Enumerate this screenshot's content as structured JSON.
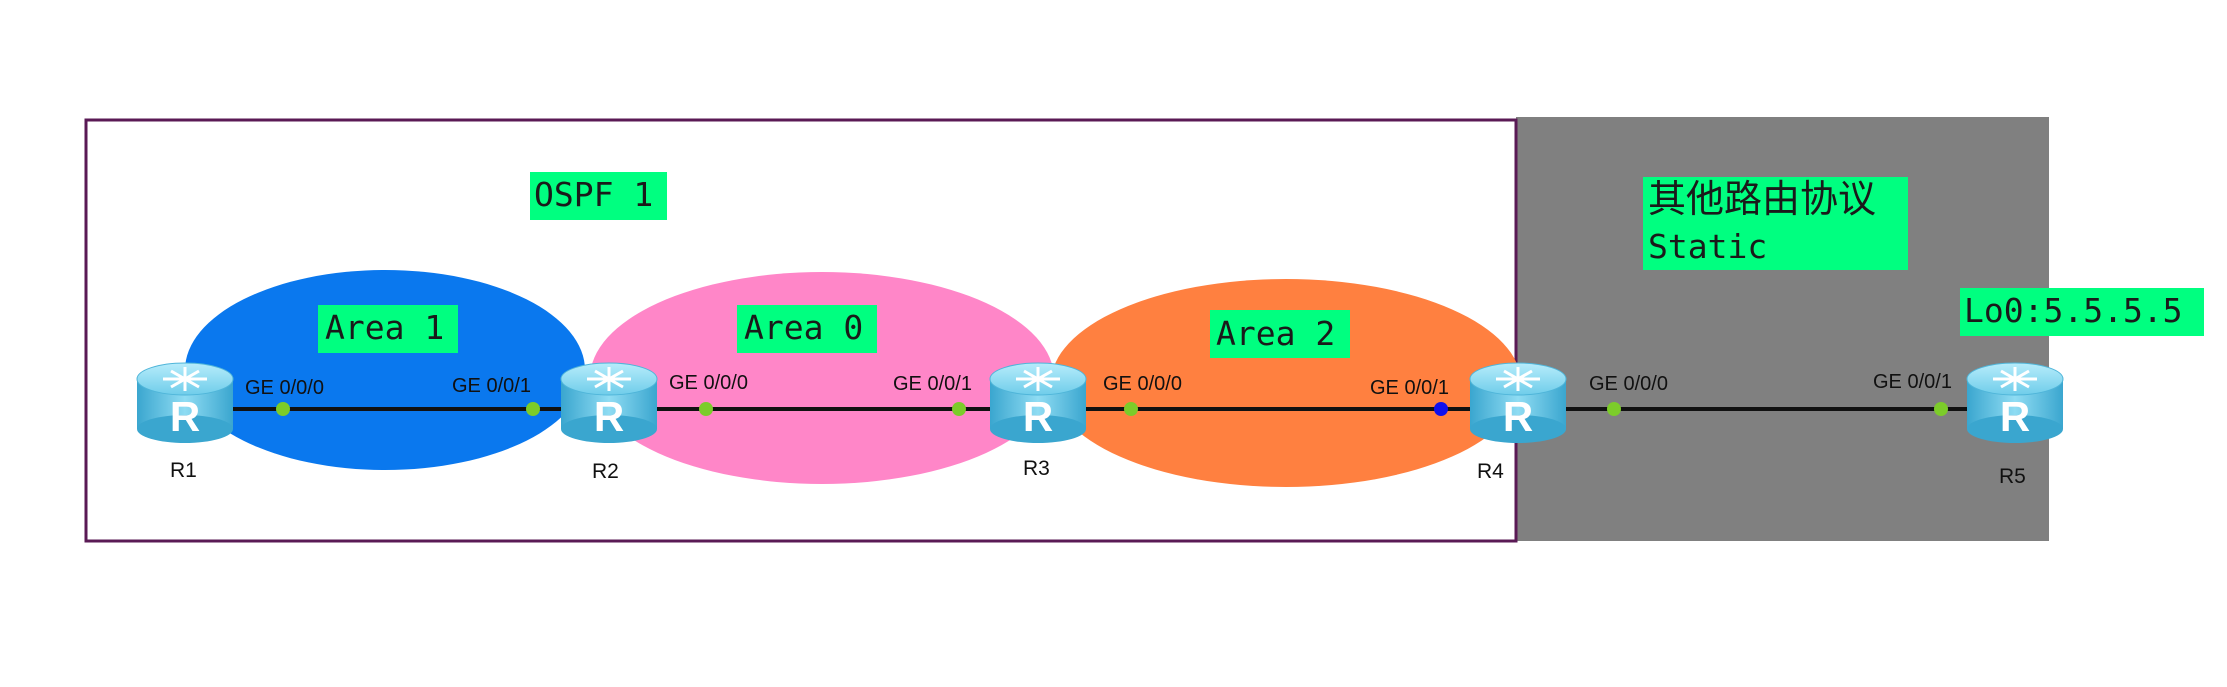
{
  "ospf_label": "OSPF 1",
  "other_protocol": {
    "line1": "其他路由协议",
    "line2": "Static"
  },
  "loopback_label": "Lo0:5.5.5.5",
  "areas": {
    "area1": "Area 1",
    "area0": "Area 0",
    "area2": "Area 2"
  },
  "routers": {
    "r1": {
      "name": "R1",
      "icon_letter": "R"
    },
    "r2": {
      "name": "R2",
      "icon_letter": "R"
    },
    "r3": {
      "name": "R3",
      "icon_letter": "R"
    },
    "r4": {
      "name": "R4",
      "icon_letter": "R"
    },
    "r5": {
      "name": "R5",
      "icon_letter": "R"
    }
  },
  "interfaces": {
    "r1_ge000": "GE 0/0/0",
    "r2_ge001": "GE 0/0/1",
    "r2_ge000": "GE 0/0/0",
    "r3_ge001": "GE 0/0/1",
    "r3_ge000": "GE 0/0/0",
    "r4_ge001": "GE 0/0/1",
    "r4_ge000": "GE 0/0/0",
    "r5_ge001": "GE 0/0/1"
  },
  "colors": {
    "ospf_border": "#5a1a55",
    "static_region": "#808080",
    "area1": "#0a78ee",
    "area0": "#ff86c8",
    "area2": "#ff8040",
    "label_bg": "#00ff80",
    "port_dot": "#7ccc2a",
    "port_dot_active": "#1010ee",
    "router_body": "#5cc7e8"
  }
}
